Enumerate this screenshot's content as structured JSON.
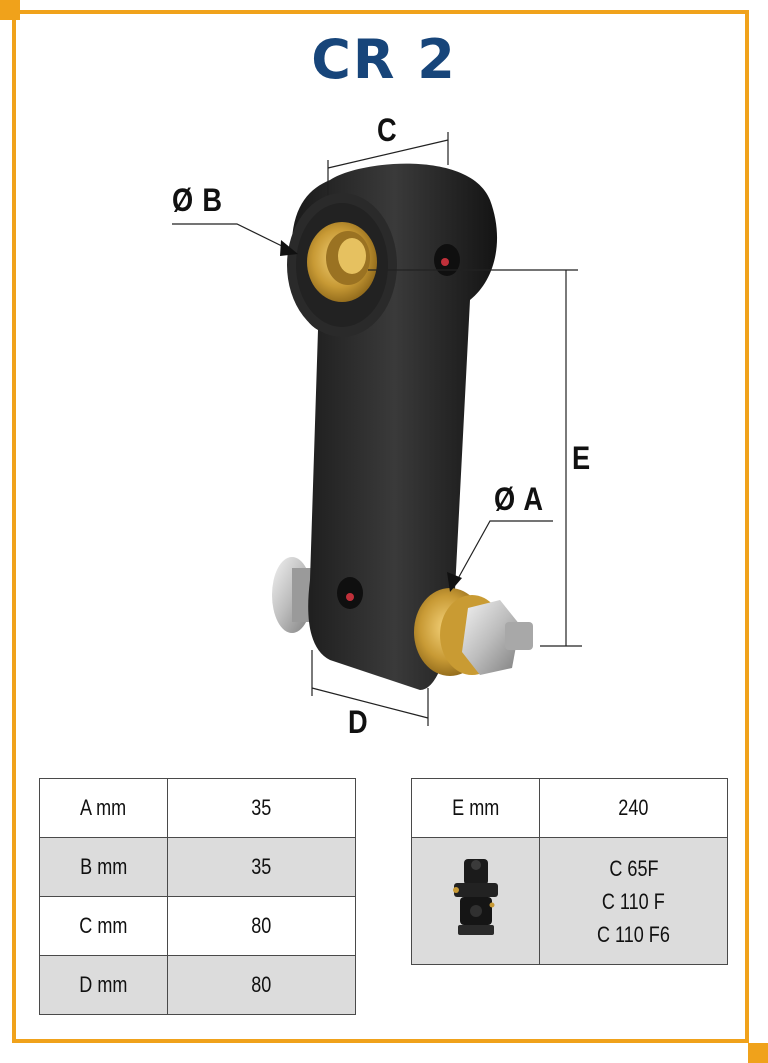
{
  "title": "CR 2",
  "diagram": {
    "labels": {
      "c": "C",
      "b": "Ø B",
      "e": "E",
      "a": "Ø A",
      "d": "D"
    }
  },
  "table_left": {
    "rows": [
      {
        "label": "A mm",
        "value": "35"
      },
      {
        "label": "B mm",
        "value": "35"
      },
      {
        "label": "C mm",
        "value": "80"
      },
      {
        "label": "D mm",
        "value": "80"
      }
    ]
  },
  "table_right": {
    "header": {
      "label": "E mm",
      "value": "240"
    },
    "models": [
      "C 65F",
      "C 110 F",
      "C 110 F6"
    ]
  },
  "colors": {
    "accent": "#f0a21b",
    "title": "#17457a",
    "shaded_row": "#dcdcdc"
  }
}
